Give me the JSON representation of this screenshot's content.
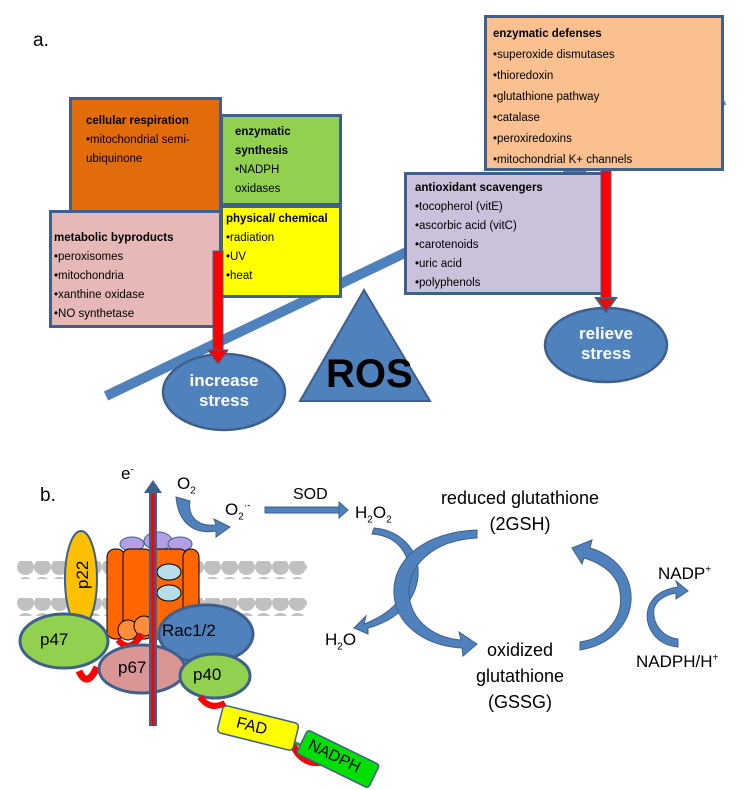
{
  "panel_a": {
    "label": "a.",
    "boxes": {
      "cellular_respiration": {
        "title": "cellular respiration",
        "items": [
          "mitochondrial semi-ubiquinone"
        ],
        "color": "#e36c0a"
      },
      "enzymatic_synthesis": {
        "title": "enzymatic synthesis",
        "items": [
          "NADPH oxidases"
        ],
        "color": "#92d050"
      },
      "metabolic_byproducts": {
        "title": "metabolic byproducts",
        "items": [
          "peroxisomes",
          "mitochondria",
          "xanthine oxidase",
          "NO synthetase"
        ],
        "color": "#e6b9b8"
      },
      "physical_chemical": {
        "title": "physical/ chemical",
        "items": [
          "radiation",
          "UV",
          "heat"
        ],
        "color": "#ffff00"
      },
      "enzymatic_defenses": {
        "title": "enzymatic defenses",
        "items": [
          "superoxide dismutases",
          "thioredoxin",
          "glutathione pathway",
          "catalase",
          "peroxiredoxins",
          "mitochondrial K+ channels"
        ],
        "color": "#fac090"
      },
      "antioxidant_scavengers": {
        "title": "antioxidant scavengers",
        "items": [
          "tocopherol (vitE)",
          "ascorbic acid (vitC)",
          "carotenoids",
          "uric acid",
          "polyphenols"
        ],
        "color": "#ccc1da"
      }
    },
    "increase_stress": [
      "increase",
      "stress"
    ],
    "relieve_stress": [
      "relieve",
      "stress"
    ],
    "fulcrum_label": "ROS",
    "colors": {
      "accent_blue": "#4f81bd",
      "arrow_red": "#ff0000",
      "border": "#3f5f8c"
    }
  },
  "panel_b": {
    "label": "b.",
    "electron": "e",
    "electron_sup": "-",
    "o2": {
      "base": "O",
      "sub": "2"
    },
    "superoxide": {
      "base": "O",
      "sub": "2",
      "sup": "·-"
    },
    "sod": "SOD",
    "h2o2": {
      "a": "H",
      "sub1": "2",
      "b": "O",
      "sub2": "2"
    },
    "h2o": {
      "a": "H",
      "sub": "2",
      "b": "O"
    },
    "reduced_glutathione": [
      "reduced glutathione",
      "(2GSH)"
    ],
    "oxidized_glutathione": [
      "oxidized",
      "glutathione",
      "(GSSG)"
    ],
    "nadp": {
      "base": "NADP",
      "sup": "+"
    },
    "nadph": {
      "base": "NADPH/H",
      "sup": "+"
    },
    "subunits": {
      "p22": "p22",
      "p47": "p47",
      "p67": "p67",
      "p40": "p40",
      "rac": "Rac1/2",
      "fad": "FAD",
      "nadph": "NADPH"
    }
  }
}
